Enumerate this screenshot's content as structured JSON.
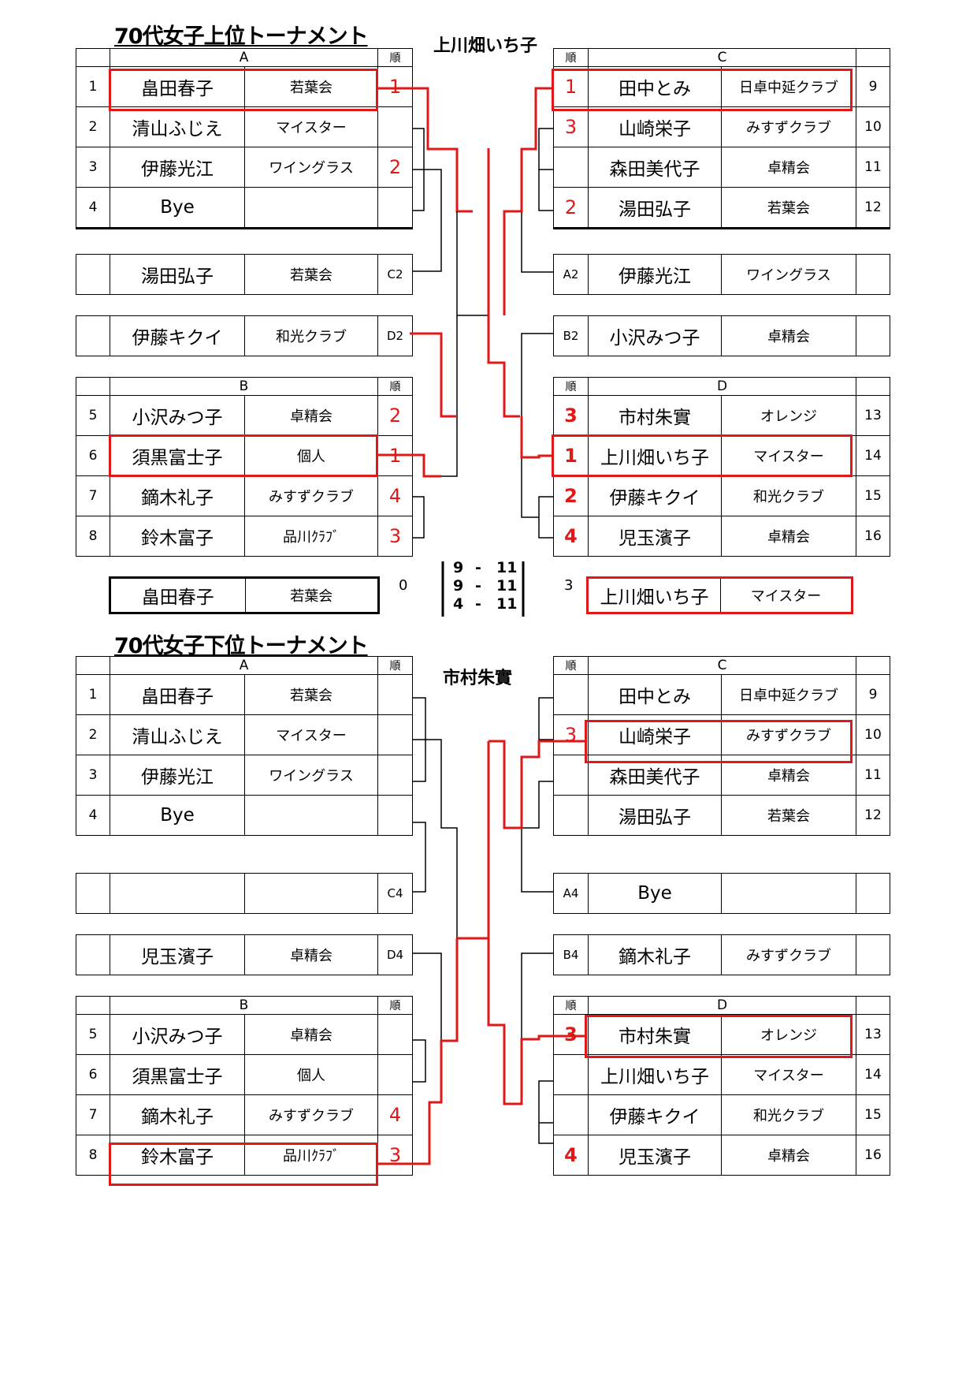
{
  "upper": {
    "title": "70代女子上位トーナメント",
    "winner": "上川畑いち子",
    "groupA": {
      "label": "A",
      "rank_header": "順",
      "rows": [
        {
          "num": "1",
          "name": "畠田春子",
          "club": "若葉会",
          "rank": "1"
        },
        {
          "num": "2",
          "name": "清山ふじえ",
          "club": "マイスター",
          "rank": ""
        },
        {
          "num": "3",
          "name": "伊藤光江",
          "club": "ワイングラス",
          "rank": "2"
        },
        {
          "num": "4",
          "name": "Bye",
          "club": "",
          "rank": ""
        }
      ]
    },
    "slotC2": {
      "name": "湯田弘子",
      "club": "若葉会",
      "code": "C2"
    },
    "slotD2": {
      "name": "伊藤キクイ",
      "club": "和光クラブ",
      "code": "D2"
    },
    "groupB": {
      "label": "B",
      "rank_header": "順",
      "rows": [
        {
          "num": "5",
          "name": "小沢みつ子",
          "club": "卓精会",
          "rank": "2"
        },
        {
          "num": "6",
          "name": "須黒富士子",
          "club": "個人",
          "rank": "1"
        },
        {
          "num": "7",
          "name": "鏑木礼子",
          "club": "みすずクラブ",
          "rank": "4"
        },
        {
          "num": "8",
          "name": "鈴木富子",
          "club": "品川ｸﾗﾌﾞ",
          "rank": "3"
        }
      ]
    },
    "groupC": {
      "label": "C",
      "rank_header": "順",
      "rows": [
        {
          "num": "9",
          "name": "田中とみ",
          "club": "日卓中延クラブ",
          "rank": "1"
        },
        {
          "num": "10",
          "name": "山崎栄子",
          "club": "みすずクラブ",
          "rank": "3"
        },
        {
          "num": "11",
          "name": "森田美代子",
          "club": "卓精会",
          "rank": ""
        },
        {
          "num": "12",
          "name": "湯田弘子",
          "club": "若葉会",
          "rank": "2"
        }
      ]
    },
    "slotA2": {
      "name": "伊藤光江",
      "club": "ワイングラス",
      "code": "A2"
    },
    "slotB2": {
      "name": "小沢みつ子",
      "club": "卓精会",
      "code": "B2"
    },
    "groupD": {
      "label": "D",
      "rank_header": "順",
      "rows": [
        {
          "num": "13",
          "name": "市村朱實",
          "club": "オレンジ",
          "rank": "3"
        },
        {
          "num": "14",
          "name": "上川畑いち子",
          "club": "マイスター",
          "rank": "1"
        },
        {
          "num": "15",
          "name": "伊藤キクイ",
          "club": "和光クラブ",
          "rank": "2"
        },
        {
          "num": "16",
          "name": "児玉濱子",
          "club": "卓精会",
          "rank": "4"
        }
      ]
    },
    "final": {
      "left": {
        "name": "畠田春子",
        "club": "若葉会",
        "sets": "0"
      },
      "right": {
        "name": "上川畑いち子",
        "club": "マイスター",
        "sets": "3"
      },
      "games": [
        {
          "left": "9",
          "sep": "-",
          "right": "11"
        },
        {
          "left": "9",
          "sep": "-",
          "right": "11"
        },
        {
          "left": "4",
          "sep": "-",
          "right": "11"
        }
      ]
    }
  },
  "lower": {
    "title": "70代女子下位トーナメント",
    "winner": "市村朱實",
    "groupA": {
      "label": "A",
      "rank_header": "順",
      "rows": [
        {
          "num": "1",
          "name": "畠田春子",
          "club": "若葉会",
          "rank": ""
        },
        {
          "num": "2",
          "name": "清山ふじえ",
          "club": "マイスター",
          "rank": ""
        },
        {
          "num": "3",
          "name": "伊藤光江",
          "club": "ワイングラス",
          "rank": ""
        },
        {
          "num": "4",
          "name": "Bye",
          "club": "",
          "rank": ""
        }
      ]
    },
    "slotC4": {
      "name": "",
      "club": "",
      "code": "C4"
    },
    "slotD4": {
      "name": "児玉濱子",
      "club": "卓精会",
      "code": "D4"
    },
    "groupB": {
      "label": "B",
      "rank_header": "順",
      "rows": [
        {
          "num": "5",
          "name": "小沢みつ子",
          "club": "卓精会",
          "rank": ""
        },
        {
          "num": "6",
          "name": "須黒富士子",
          "club": "個人",
          "rank": ""
        },
        {
          "num": "7",
          "name": "鏑木礼子",
          "club": "みすずクラブ",
          "rank": "4"
        },
        {
          "num": "8",
          "name": "鈴木富子",
          "club": "品川ｸﾗﾌﾞ",
          "rank": "3"
        }
      ]
    },
    "groupC": {
      "label": "C",
      "rank_header": "順",
      "rows": [
        {
          "num": "9",
          "name": "田中とみ",
          "club": "日卓中延クラブ",
          "rank": ""
        },
        {
          "num": "10",
          "name": "山崎栄子",
          "club": "みすずクラブ",
          "rank": "3"
        },
        {
          "num": "11",
          "name": "森田美代子",
          "club": "卓精会",
          "rank": ""
        },
        {
          "num": "12",
          "name": "湯田弘子",
          "club": "若葉会",
          "rank": ""
        }
      ]
    },
    "slotA4": {
      "name": "Bye",
      "club": "",
      "code": "A4"
    },
    "slotB4": {
      "name": "鏑木礼子",
      "club": "みすずクラブ",
      "code": "B4"
    },
    "groupD": {
      "label": "D",
      "rank_header": "順",
      "rows": [
        {
          "num": "13",
          "name": "市村朱實",
          "club": "オレンジ",
          "rank": "3"
        },
        {
          "num": "14",
          "name": "上川畑いち子",
          "club": "マイスター",
          "rank": ""
        },
        {
          "num": "15",
          "name": "伊藤キクイ",
          "club": "和光クラブ",
          "rank": ""
        },
        {
          "num": "16",
          "name": "児玉濱子",
          "club": "卓精会",
          "rank": "4"
        }
      ]
    }
  }
}
